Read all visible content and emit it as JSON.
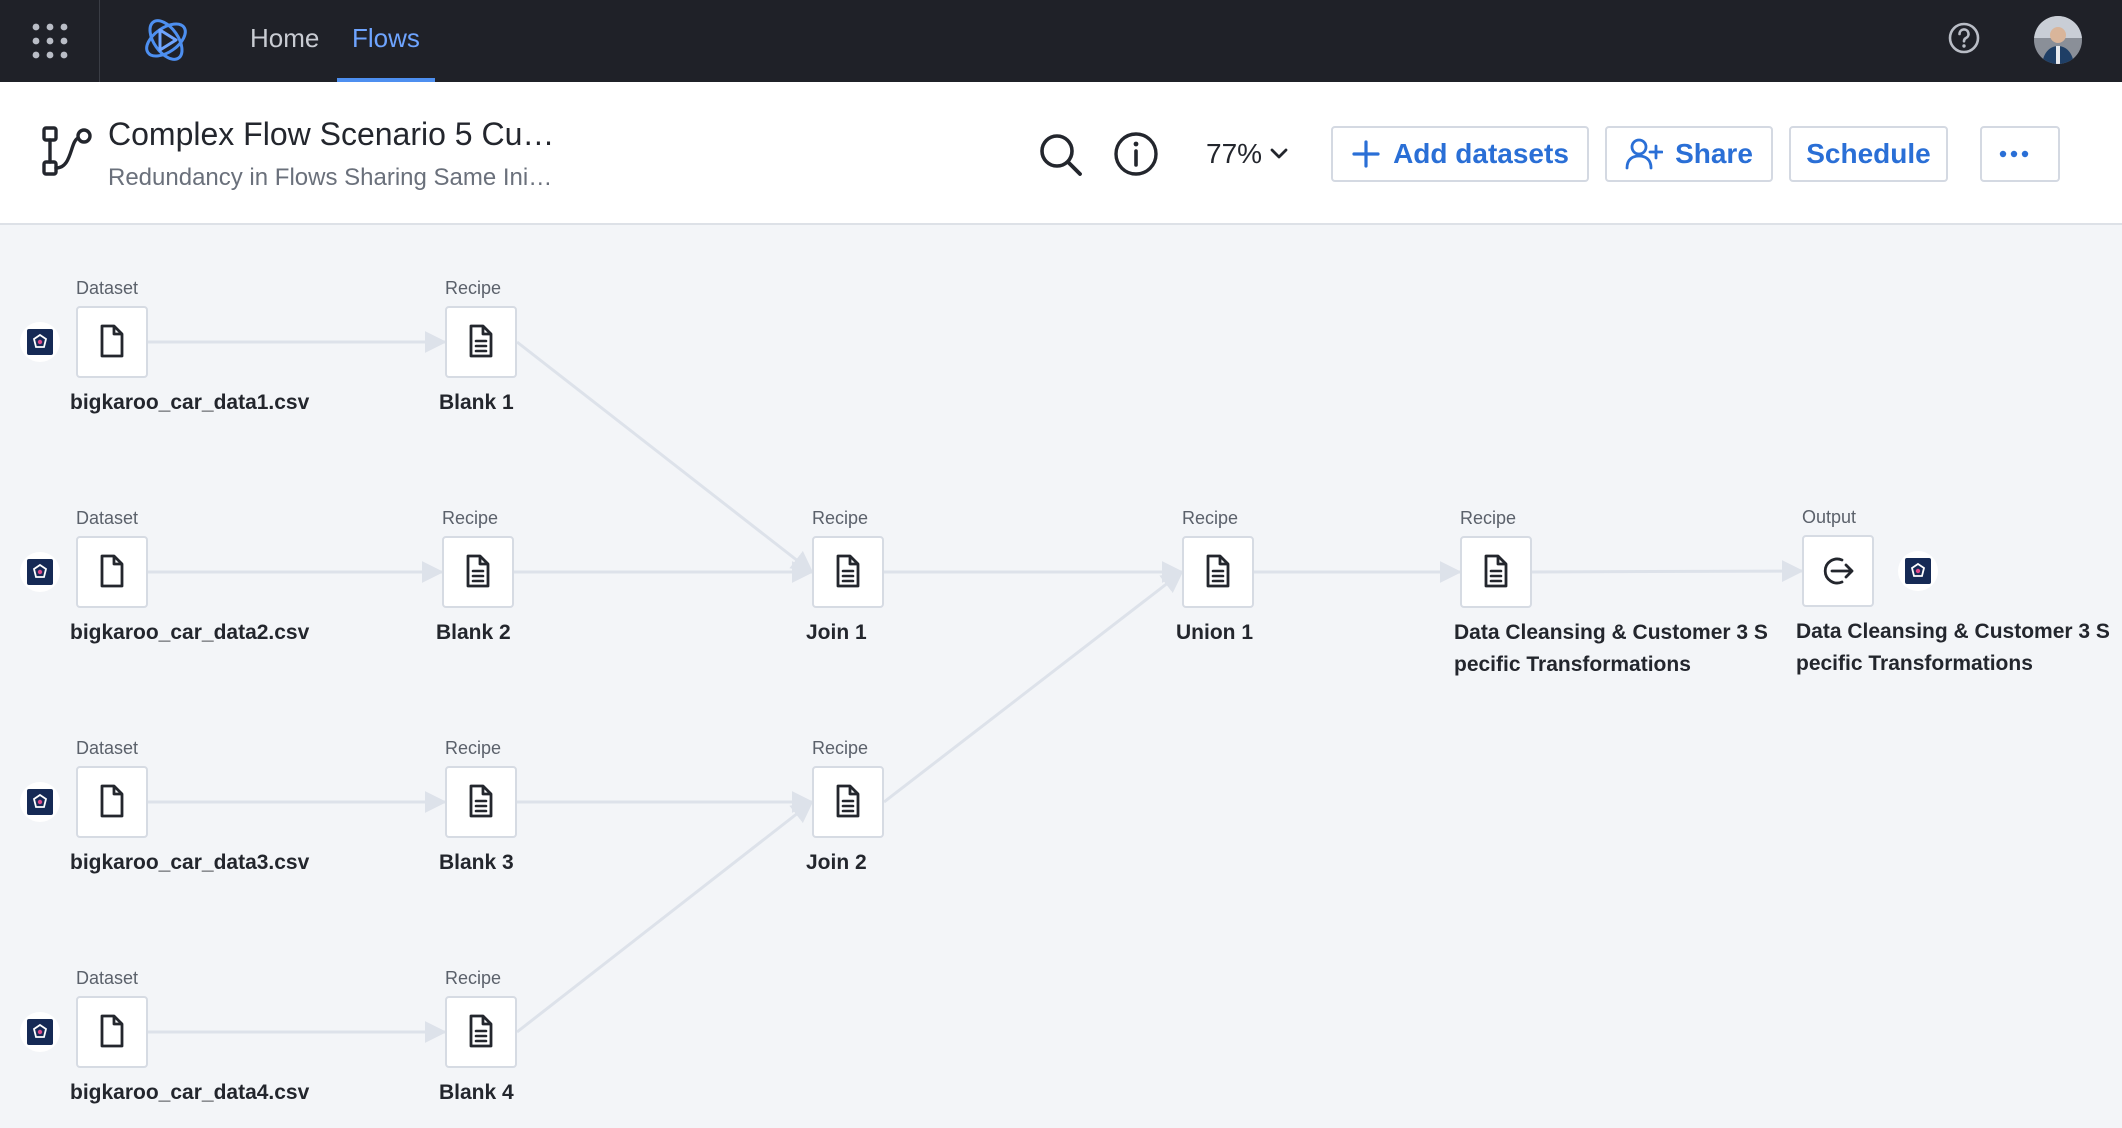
{
  "nav": {
    "links": [
      {
        "label": "Home",
        "active": false
      },
      {
        "label": "Flows",
        "active": true
      }
    ]
  },
  "header": {
    "title": "Complex Flow Scenario 5 Cu…",
    "subtitle": "Redundancy in Flows Sharing Same Ini…",
    "zoom": "77%",
    "add_datasets": "Add datasets",
    "share": "Share",
    "schedule": "Schedule"
  },
  "flow": {
    "nodes": [
      {
        "id": "ds1",
        "type": "Dataset",
        "label": "bigkaroo_car_data1.csv",
        "icon": "file-icon",
        "connector": true
      },
      {
        "id": "ds2",
        "type": "Dataset",
        "label": "bigkaroo_car_data2.csv",
        "icon": "file-icon",
        "connector": true
      },
      {
        "id": "ds3",
        "type": "Dataset",
        "label": "bigkaroo_car_data3.csv",
        "icon": "file-icon",
        "connector": true
      },
      {
        "id": "ds4",
        "type": "Dataset",
        "label": "bigkaroo_car_data4.csv",
        "icon": "file-icon",
        "connector": true
      },
      {
        "id": "b1",
        "type": "Recipe",
        "label": "Blank 1",
        "icon": "recipe-icon"
      },
      {
        "id": "b2",
        "type": "Recipe",
        "label": "Blank 2",
        "icon": "recipe-icon"
      },
      {
        "id": "b3",
        "type": "Recipe",
        "label": "Blank 3",
        "icon": "recipe-icon"
      },
      {
        "id": "b4",
        "type": "Recipe",
        "label": "Blank 4",
        "icon": "recipe-icon"
      },
      {
        "id": "j1",
        "type": "Recipe",
        "label": "Join 1",
        "icon": "recipe-icon"
      },
      {
        "id": "j2",
        "type": "Recipe",
        "label": "Join 2",
        "icon": "recipe-icon"
      },
      {
        "id": "u1",
        "type": "Recipe",
        "label": "Union 1",
        "icon": "recipe-icon"
      },
      {
        "id": "dc",
        "type": "Recipe",
        "label": "Data Cleansing & Customer 3 Specific Transformations",
        "icon": "recipe-icon"
      },
      {
        "id": "out",
        "type": "Output",
        "label": "Data Cleansing & Customer 3 Specific Transformations",
        "icon": "output-icon",
        "connector": true
      }
    ],
    "edges": [
      [
        "ds1",
        "b1"
      ],
      [
        "ds2",
        "b2"
      ],
      [
        "ds3",
        "b3"
      ],
      [
        "ds4",
        "b4"
      ],
      [
        "b1",
        "j1"
      ],
      [
        "b2",
        "j1"
      ],
      [
        "b3",
        "j2"
      ],
      [
        "b4",
        "j2"
      ],
      [
        "j1",
        "u1"
      ],
      [
        "j2",
        "u1"
      ],
      [
        "u1",
        "dc"
      ],
      [
        "dc",
        "out"
      ]
    ]
  },
  "colors": {
    "accent": "#2a6fd6",
    "nav_active": "#6ea4ff",
    "topbar": "#1f2128",
    "edge": "#dde2ea"
  }
}
